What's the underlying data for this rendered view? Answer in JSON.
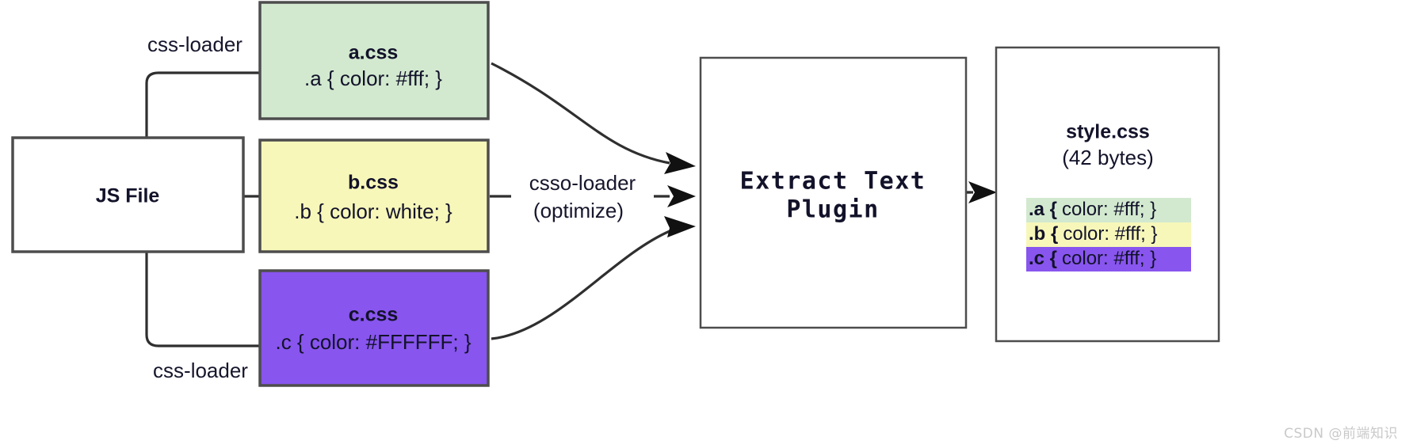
{
  "diagram": {
    "title": "webpack css extraction pipeline",
    "background_color": "#ffffff",
    "nodes": {
      "js_file": {
        "label": "JS File",
        "fill": "#ffffff",
        "stroke": "#4d4d4d"
      },
      "a_css": {
        "title": "a.css",
        "code": ".a {  color: #fff; }",
        "fill": "#d2e9cf",
        "stroke": "#4d4d4d"
      },
      "b_css": {
        "title": "b.css",
        "code": ".b {  color: white; }",
        "fill": "#f7f7ba",
        "stroke": "#4d4d4d"
      },
      "c_css": {
        "title": "c.css",
        "code": ".c { color: #FFFFFF; }",
        "fill": "#8855ee",
        "stroke": "#4d4d4d"
      },
      "extract_text_plugin": {
        "line1": "Extract Text",
        "line2": "Plugin",
        "fill": "#ffffff",
        "stroke": "#333333"
      },
      "style_css": {
        "title": "style.css",
        "subtitle": "(42 bytes)",
        "fill": "#ffffff",
        "stroke": "#333333",
        "rules": [
          {
            "selector": ".a {",
            "declaration": "color: #fff; }",
            "highlight": "#d2e9cf"
          },
          {
            "selector": ".b {",
            "declaration": "color: #fff; }",
            "highlight": "#f7f7ba"
          },
          {
            "selector": ".c {",
            "declaration": "color: #fff; }",
            "highlight": "#8855ee"
          }
        ]
      }
    },
    "edge_labels": {
      "css_loader_top": "css-loader",
      "css_loader_bottom": "css-loader",
      "csso_loader_line1": "csso-loader",
      "csso_loader_line2": "(optimize)"
    },
    "watermark": "CSDN @前端知识"
  }
}
